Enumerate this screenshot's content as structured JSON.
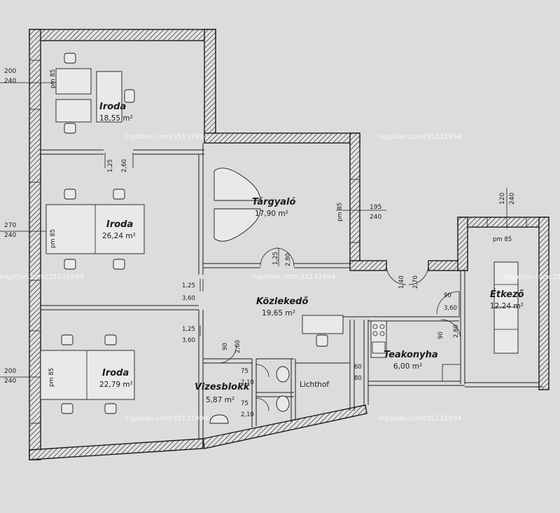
{
  "rooms": [
    {
      "name": "Iroda",
      "area": "18,55 m²"
    },
    {
      "name": "Iroda",
      "area": "26,24 m²"
    },
    {
      "name": "Iroda",
      "area": "22,79 m²"
    },
    {
      "name": "Tárgyaló",
      "area": "17,90 m²"
    },
    {
      "name": "Közlekedő",
      "area": "19,65 m²"
    },
    {
      "name": "Vizesblokk",
      "area": "5,87 m²"
    },
    {
      "name": "Lichthof",
      "area": ""
    },
    {
      "name": "Teakonyha",
      "area": "6,00 m²"
    },
    {
      "name": "Étkező",
      "area": "12,24 m²"
    }
  ],
  "dimensions": {
    "win_office1": {
      "top": "200",
      "bottom": "240"
    },
    "win_office2": {
      "top": "270",
      "bottom": "240"
    },
    "win_office3": {
      "top": "200",
      "bottom": "240"
    },
    "win_meeting": {
      "top": "195",
      "bottom": "240"
    },
    "win_dining": {
      "top": "120",
      "bottom": "240"
    },
    "door_o1_o2": {
      "top": "1,25",
      "bottom": "2,60"
    },
    "door_corr_o2": {
      "top": "1,25",
      "bottom": "3,60"
    },
    "door_corr_o3": {
      "top": "1,25",
      "bottom": "3,60"
    },
    "door_meeting": {
      "top": "1,25",
      "bottom": "2,80"
    },
    "door_corr_east": {
      "top": "1,40",
      "bottom": "2,70"
    },
    "door_dining": {
      "top": "90",
      "bottom": "3,60"
    },
    "door_kitchen": {
      "top": "90",
      "bottom": "2,60"
    },
    "door_wc_entry": {
      "top": "90",
      "bottom": "2,60"
    },
    "door_wc1": {
      "top": "75",
      "bottom": "2,10"
    },
    "door_wc2": {
      "top": "75",
      "bottom": "2,10"
    },
    "kitchen_win": {
      "top": "60",
      "bottom": "80"
    },
    "pm_o1": "pm 85",
    "pm_o2": "pm 85",
    "pm_o3": "pm 85",
    "pm_meeting": "pm 85",
    "pm_dining": "pm 85"
  },
  "watermark": "ingatlan.com/35131994",
  "colors": {
    "background": "#dcdcda",
    "ink": "#1b1b1b",
    "furniture": "#e9e9e7"
  }
}
